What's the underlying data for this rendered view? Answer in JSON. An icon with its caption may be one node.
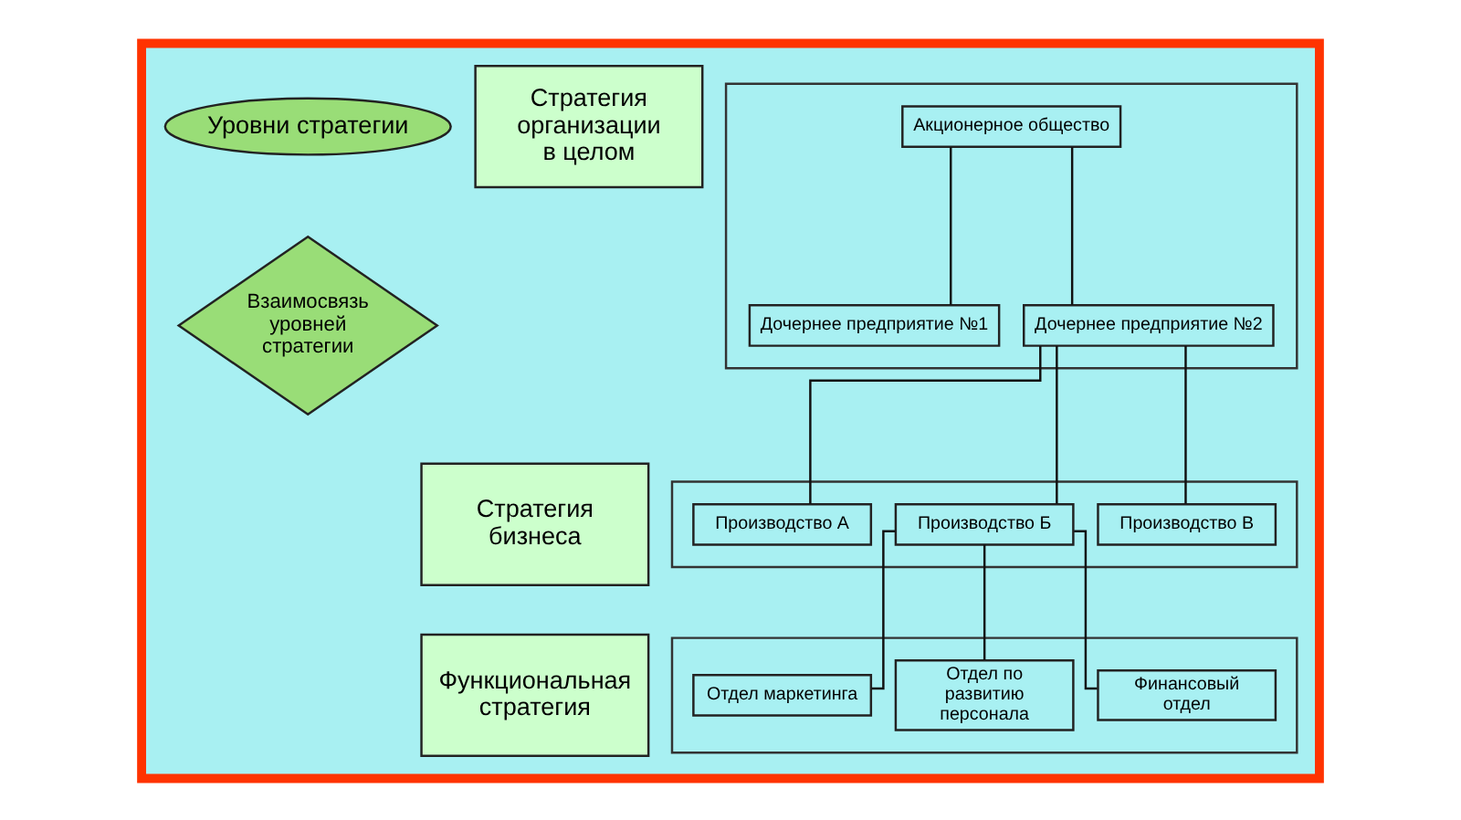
{
  "diagram": {
    "nodes": [
      {
        "text": [],
        "shape": "box"
      },
      {
        "text": [
          "Уровни стратегии"
        ],
        "in": 0
      },
      {
        "text": [
          "Взаимосвязь уровней стратегии"
        ],
        "in": 0
      },
      {
        "text": [
          "Стратегия организации в целом"
        ],
        "in": 0
      },
      {
        "text": [
          "Стратегия бизнеса"
        ],
        "in": 0
      },
      {
        "text": [
          "Функциональная стратегия"
        ],
        "in": 0
      },
      {
        "text": [],
        "shape": "box",
        "in": 0
      },
      {
        "text": [
          "Акционерное общество"
        ],
        "in": 6
      },
      {
        "text": [
          "Дочернее предприятие №1"
        ],
        "in": 6
      },
      {
        "text": [
          "Дочернее предприятие №2"
        ],
        "in": 6
      },
      {
        "text": [],
        "shape": "box",
        "in": 0
      },
      {
        "text": [
          "Производство А"
        ],
        "in": 10
      },
      {
        "text": [
          "Производство Б"
        ],
        "in": 10
      },
      {
        "text": [
          "Производство В"
        ],
        "in": 10
      },
      {
        "text": [],
        "shape": "box",
        "in": 0
      },
      {
        "text": [
          "Отдел маркетинга"
        ],
        "in": 14
      },
      {
        "text": [
          "Отдел по развитию персонала"
        ],
        "in": 14
      },
      {
        "text": [
          "Финансовый отдел"
        ],
        "in": 14
      }
    ],
    "edges": [
      {
        "from": 7,
        "to": 8,
        "arrow": "none"
      },
      {
        "from": 7,
        "to": 9,
        "arrow": "none"
      },
      {
        "from": 9,
        "to": 11,
        "arrow": "none"
      },
      {
        "from": 9,
        "to": 12,
        "arrow": "none"
      },
      {
        "from": 9,
        "to": 13,
        "arrow": "none"
      },
      {
        "from": 12,
        "to": 15,
        "arrow": "none"
      },
      {
        "from": 12,
        "to": 16,
        "arrow": "none"
      },
      {
        "from": 12,
        "to": 17,
        "arrow": "none"
      }
    ]
  }
}
